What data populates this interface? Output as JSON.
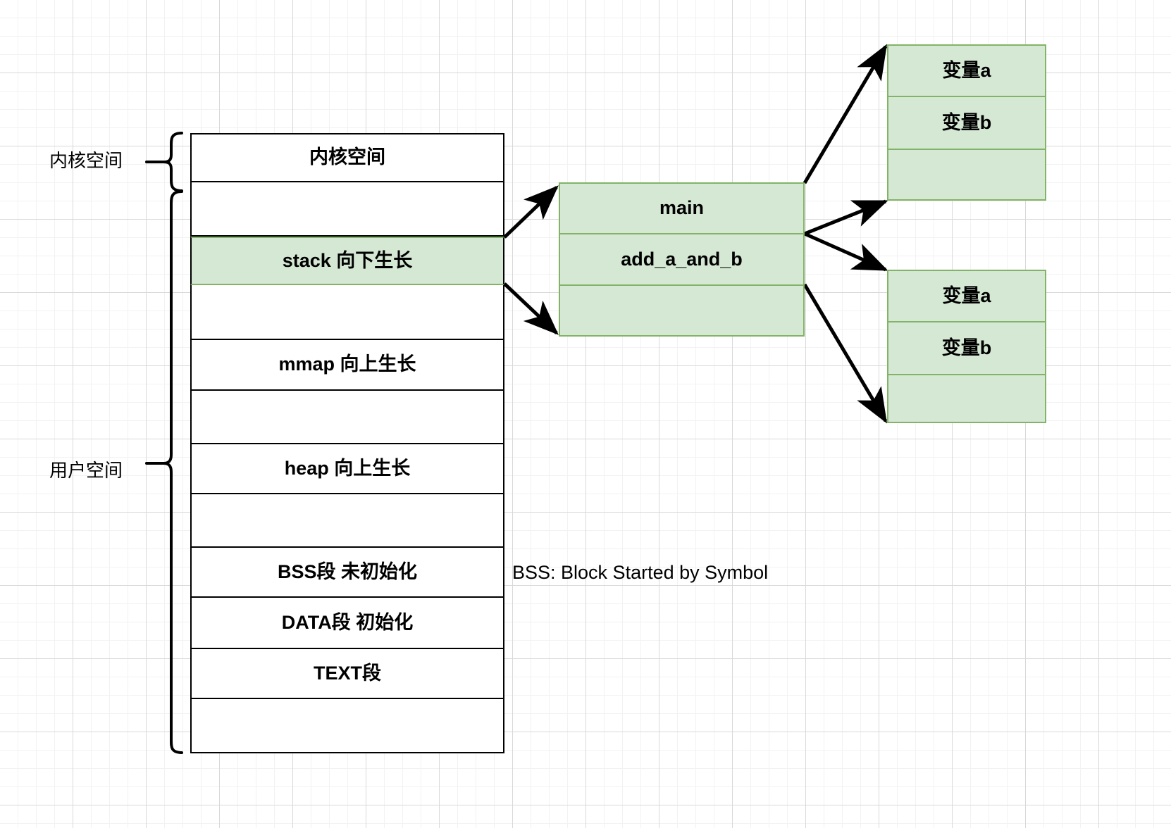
{
  "diagram": {
    "title": "Process virtual memory layout with call stack frames",
    "colors": {
      "green_fill": "#d5e8d4",
      "green_stroke": "#82b366",
      "stroke": "#000000",
      "grid_minor": "#f2f2f2",
      "grid_major": "#d9d9d9",
      "background": "#ffffff"
    },
    "side_labels": [
      {
        "text": "内核空间",
        "id": "kernel-space-label"
      },
      {
        "text": "用户空间",
        "id": "user-space-label"
      }
    ],
    "memory_rows": [
      {
        "label": "内核空间",
        "fill": "white"
      },
      {
        "label": "",
        "fill": "white"
      },
      {
        "label": "stack 向下生长",
        "fill": "green"
      },
      {
        "label": "",
        "fill": "white"
      },
      {
        "label": "mmap 向上生长",
        "fill": "white"
      },
      {
        "label": "",
        "fill": "white"
      },
      {
        "label": "heap 向上生长",
        "fill": "white"
      },
      {
        "label": "",
        "fill": "white"
      },
      {
        "label": "BSS段 未初始化",
        "fill": "white"
      },
      {
        "label": "DATA段 初始化",
        "fill": "white"
      },
      {
        "label": "TEXT段",
        "fill": "white"
      },
      {
        "label": "",
        "fill": "white"
      }
    ],
    "annotation": "BSS: Block Started by Symbol",
    "stack_frames": {
      "rows": [
        {
          "label": "main"
        },
        {
          "label": "add_a_and_b"
        },
        {
          "label": ""
        }
      ]
    },
    "frame_variables_top": {
      "rows": [
        {
          "label": "变量a"
        },
        {
          "label": "变量b"
        },
        {
          "label": ""
        }
      ]
    },
    "frame_variables_bottom": {
      "rows": [
        {
          "label": "变量a"
        },
        {
          "label": "变量b"
        },
        {
          "label": ""
        }
      ]
    }
  }
}
